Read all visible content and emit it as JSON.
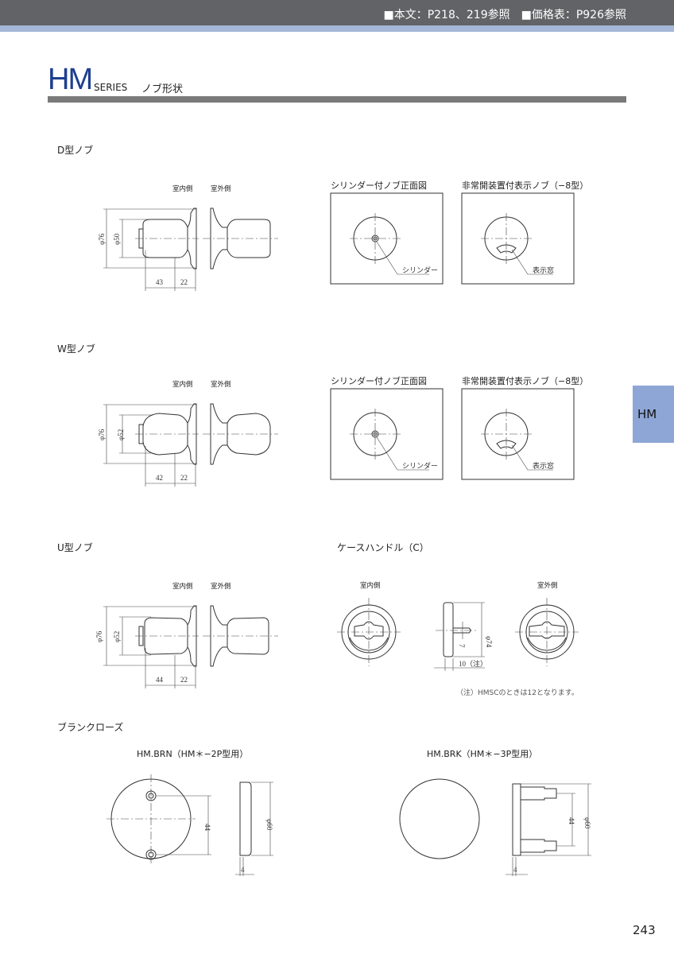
{
  "header": {
    "refs": "■本文：P218、219参照　■価格表：P926参照"
  },
  "title": {
    "series_mark": "HM",
    "series_word": "SERIES",
    "subtitle": "ノブ形状"
  },
  "side_tab": "HM",
  "common": {
    "indoor": "室内側",
    "outdoor": "室外側",
    "cyl_front": "シリンダー付ノブ正面図",
    "emergency": "非常開装置付表示ノブ（−8型）",
    "cylinder": "シリンダー",
    "window": "表示窓"
  },
  "sections": {
    "d": {
      "title": "D型ノブ",
      "dia_outer": "φ76",
      "dia_knob": "φ50",
      "len": "43",
      "rose": "22"
    },
    "w": {
      "title": "W型ノブ",
      "dia_outer": "φ76",
      "dia_knob": "φ52",
      "len": "42",
      "rose": "22"
    },
    "u": {
      "title": "U型ノブ",
      "dia_outer": "φ76",
      "dia_knob": "φ52",
      "len": "44",
      "rose": "22"
    }
  },
  "case_handle": {
    "title": "ケースハンドル（C）",
    "indoor": "室内側",
    "outdoor": "室外側",
    "dia": "φ74",
    "pin": "7",
    "depth": "10（注）",
    "note": "（注）HMSCのときは12となります。"
  },
  "blank_rose": {
    "title": "ブランクローズ",
    "brn": {
      "label": "HM.BRN（HM＊−2P型用）",
      "pitch": "44",
      "dia": "φ60",
      "thick": "4"
    },
    "brk": {
      "label": "HM.BRK（HM＊−3P型用）",
      "pitch": "44",
      "dia": "φ60",
      "thick": "4"
    }
  },
  "page_number": "243",
  "colors": {
    "topbar": "#626366",
    "stripe": "#a5b7d8",
    "brand": "#1d3f8f",
    "tab": "#8ea6d6"
  }
}
